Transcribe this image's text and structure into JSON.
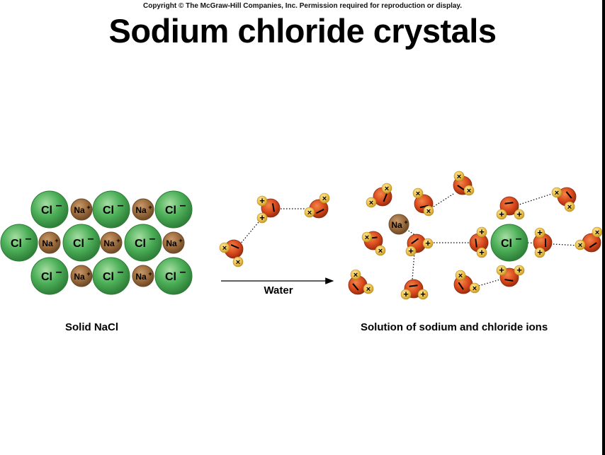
{
  "header": {
    "copyright": "Copyright © The McGraw-Hill Companies, Inc. Permission required for reproduction or display.",
    "title": "Sodium chloride crystals"
  },
  "labels": {
    "chloride": "Cl",
    "chloride_charge": "–",
    "sodium": "Na",
    "sodium_charge": "+",
    "oxygen_charge": "–",
    "hydrogen_plus": "+",
    "hydrogen_x": "×"
  },
  "arrow": {
    "label": "Water"
  },
  "captions": {
    "solid": "Solid NaCl",
    "solution": "Solution of sodium and chloride ions"
  },
  "colors": {
    "chloride_fill": "#4caf58",
    "chloride_edge": "#2d7d36",
    "sodium_fill": "#9a6a3c",
    "sodium_edge": "#6e4a28",
    "oxygen_fill": "#d9481b",
    "oxygen_edge": "#8a2a10",
    "hydrogen_fill": "#f0c14a",
    "hydrogen_edge": "#b08a20"
  }
}
